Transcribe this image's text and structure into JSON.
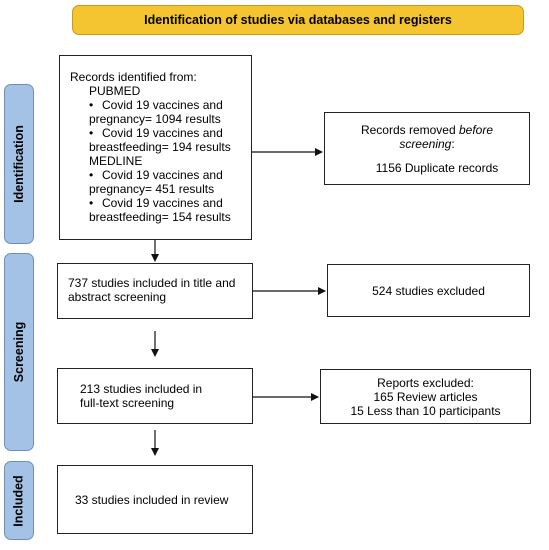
{
  "header": {
    "title": "Identification of studies via databases and registers"
  },
  "phases": {
    "identification": "Identification",
    "screening": "Screening",
    "included": "Included"
  },
  "records_identified": {
    "intro": "Records identified from:",
    "pubmed": {
      "name": "PUBMED",
      "items": [
        {
          "line1": "Covid 19 vaccines and",
          "line2": "pregnancy= 1094 results"
        },
        {
          "line1": "Covid 19 vaccines and",
          "line2": "breastfeeding= 194 results"
        }
      ]
    },
    "medline": {
      "name": "MEDLINE",
      "items": [
        {
          "line1": "Covid 19 vaccines and",
          "line2": "pregnancy= 451 results"
        },
        {
          "line1": "Covid 19 vaccines and",
          "line2": "breastfeeding= 154 results"
        }
      ]
    },
    "bullet": "•"
  },
  "records_removed": {
    "prefix": "Records removed ",
    "emph": "before",
    "line2": "screening",
    "suffix": ":",
    "count": "1156 Duplicate records"
  },
  "title_abstract": {
    "line1": "737 studies included in title and",
    "line2": "abstract screening"
  },
  "excluded_screening": {
    "text": "524 studies excluded"
  },
  "fulltext": {
    "line1": "213 studies included in",
    "line2": "full-text screening"
  },
  "reports_excluded": {
    "title": "Reports excluded:",
    "line1": "165 Review articles",
    "line2": "15 Less than 10 participants"
  },
  "included": {
    "text": "33 studies included in review"
  }
}
